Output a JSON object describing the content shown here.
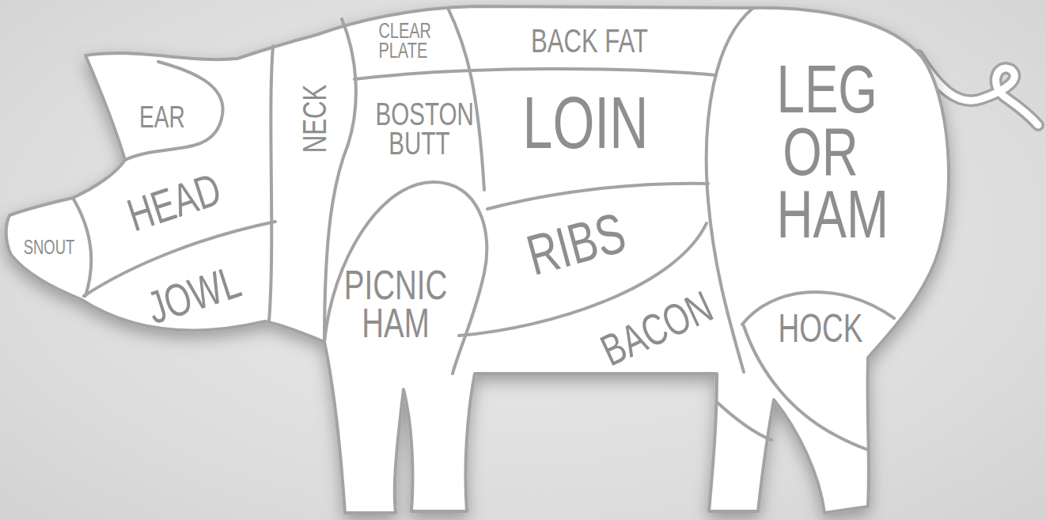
{
  "diagram": {
    "nodes": [
      {
        "text": [
          "EAR"
        ]
      },
      {
        "text": [
          "CLEAR PLATE"
        ]
      },
      {
        "text": [
          "BACK FAT"
        ]
      },
      {
        "text": [
          "LEG OR HAM"
        ]
      },
      {
        "text": [
          "NECK"
        ]
      },
      {
        "text": [
          "BOSTON BUTT"
        ]
      },
      {
        "text": [
          "LOIN"
        ]
      },
      {
        "text": [
          "HEAD"
        ]
      },
      {
        "text": [
          "SNOUT"
        ]
      },
      {
        "text": [
          "RIBS"
        ]
      },
      {
        "text": [
          "JOWL"
        ]
      },
      {
        "text": [
          "PICNIC HAM"
        ]
      },
      {
        "text": [
          "BACON"
        ]
      },
      {
        "text": [
          "HOCK"
        ]
      }
    ]
  }
}
